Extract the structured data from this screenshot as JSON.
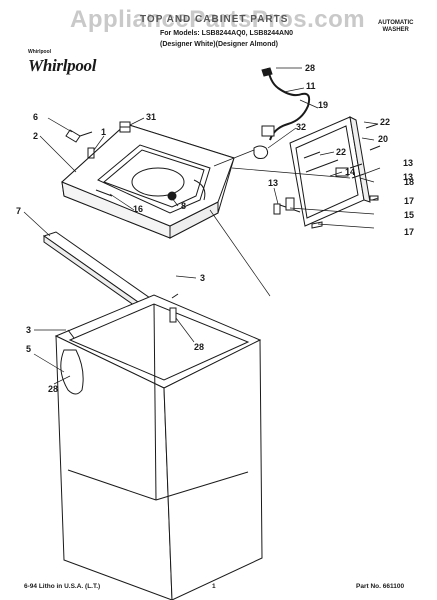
{
  "watermark": "AppliancePartsPros.com",
  "header": {
    "title": "TOP AND CABINET PARTS",
    "models_line": "For Models: LSB8244AQ0, LSB8244AN0",
    "designer_line": "(Designer White)(Designer Almond)",
    "badge_line1": "AUTOMATIC",
    "badge_line2": "WASHER",
    "brand": "Whirlpool",
    "brand_caption": "Whirlpool"
  },
  "callouts": [
    "28",
    "11",
    "19",
    "6",
    "1",
    "31",
    "2",
    "22",
    "32",
    "20",
    "13",
    "22",
    "13",
    "14",
    "18",
    "17",
    "15",
    "17",
    "13",
    "16",
    "8",
    "7",
    "3",
    "3",
    "28",
    "5",
    "28"
  ],
  "footer": {
    "litho": "6-94 Litho in U.S.A. (L.T.)",
    "page": "1",
    "part_no": "Part No. 661100"
  }
}
